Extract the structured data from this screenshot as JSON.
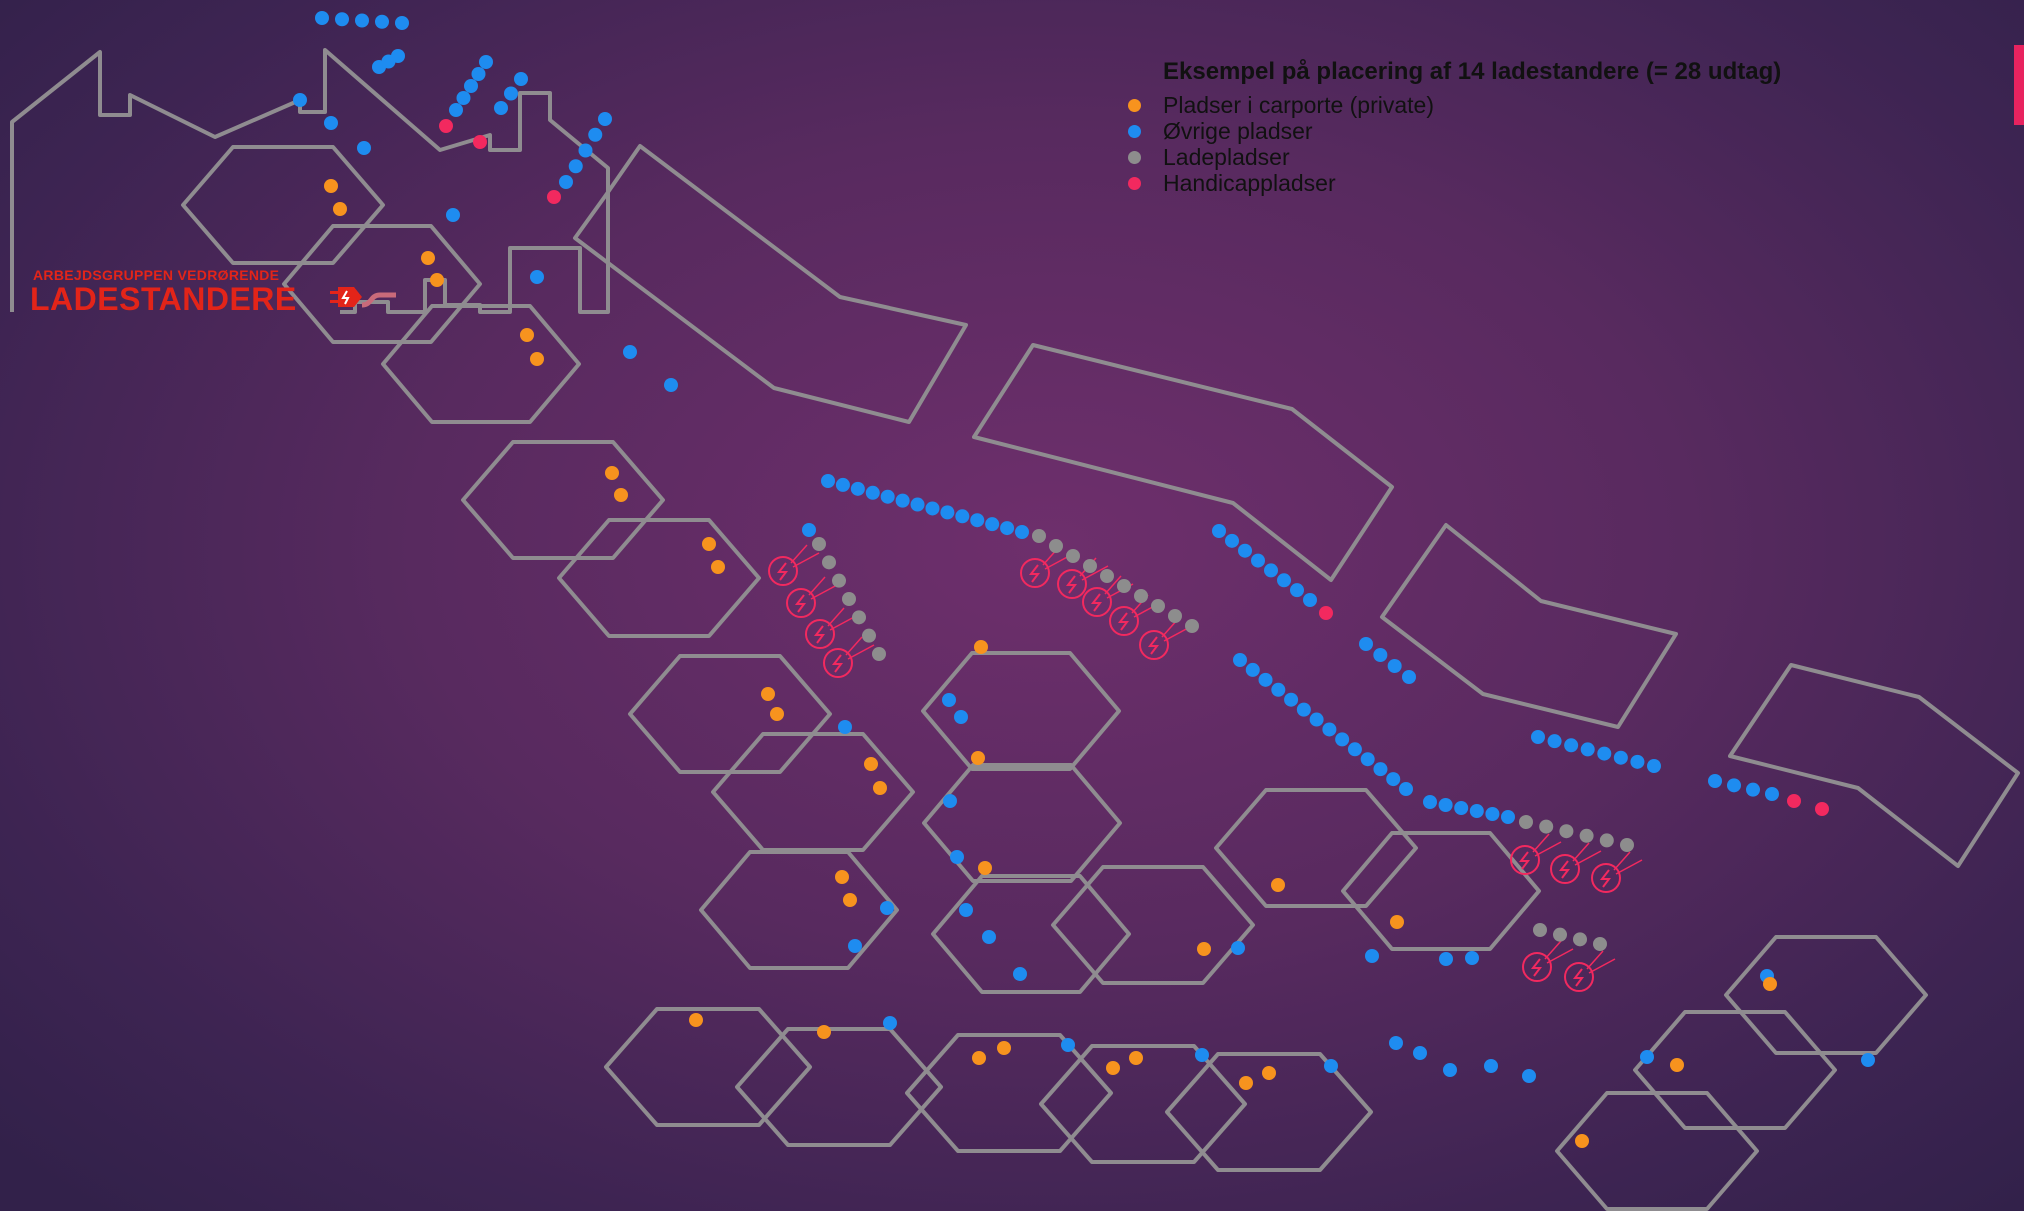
{
  "legend": {
    "title": "Eksempel på placering af 14 ladestandere (= 28 udtag)",
    "items": [
      {
        "label": "Pladser i carporte (private)",
        "color": "#f7931e"
      },
      {
        "label": "Øvrige pladser",
        "color": "#1e8cf0"
      },
      {
        "label": "Ladepladser",
        "color": "#8d8d8d"
      },
      {
        "label": "Handicappladser",
        "color": "#f2295f"
      }
    ]
  },
  "logo": {
    "top_line": "ARBEJDSGRUPPEN VEDRØRENDE",
    "main_line": "LADESTANDERE",
    "icon": "ev-plug-icon",
    "color": "#e32419"
  },
  "colors": {
    "outline": "#8f8c90",
    "charger_symbol": "#f2295f",
    "accent_tab": "#e8235f"
  },
  "map_counts": {
    "charging_stations": 14,
    "outlets": 28
  }
}
